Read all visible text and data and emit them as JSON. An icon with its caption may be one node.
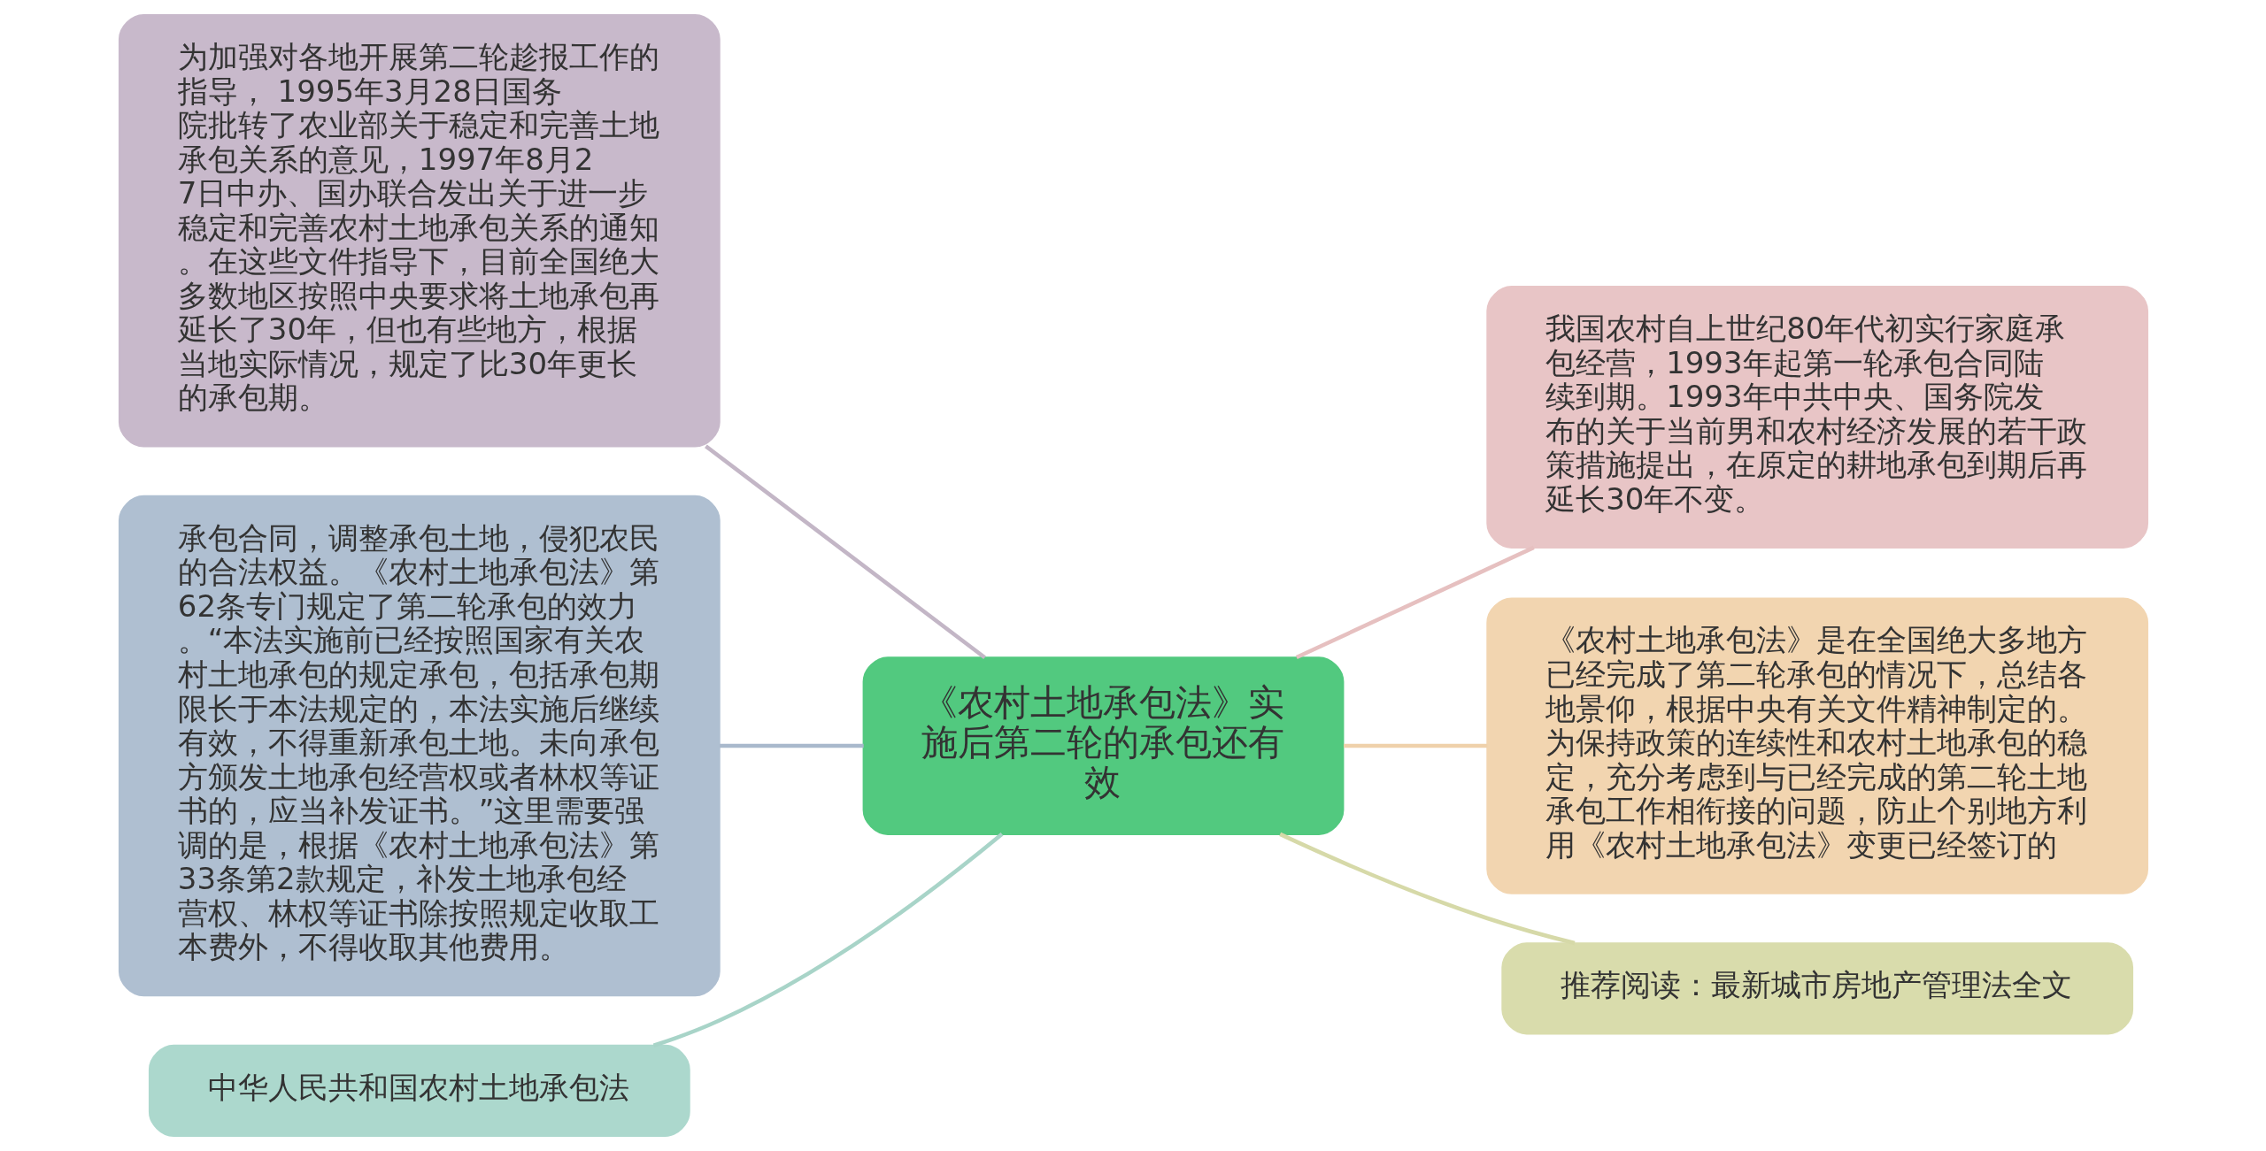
{
  "diagram": {
    "nodes": [
      {
        "text": [
          "《农村土地承包法》实施后第二轮的承包还有效"
        ]
      },
      {
        "text": [
          "为加强对各地开展第二轮趁报工作的指导， 1995年3月28日国务院批转了农业部关于稳定和完善土地承包关系的意见，1997年8月27日中办、国办联合发出关于进一步稳定和完善农村土地承包关系的通知。在这些文件指导下，目前全国绝大多数地区按照中央要求将土地承包再延长了30年，但也有些地方，根据当地实际情况，规定了比30年更长的承包期。"
        ]
      },
      {
        "text": [
          "承包合同，调整承包土地，侵犯农民的合法权益。《农村土地承包法》第62条专门规定了第二轮承包的效力。“本法实施前已经按照国家有关农村土地承包的规定承包，包括承包期限长于本法规定的，本法实施后继续有效，不得重新承包土地。未向承包方颁发土地承包经营权或者林权等证书的，应当补发证书。”这里需要强调的是，根据《农村土地承包法》第33条第2款规定，补发土地承包经营权、林权等证书除按照规定收取工本费外，不得收取其他费用。"
        ]
      },
      {
        "text": [
          "中华人民共和国农村土地承包法"
        ]
      },
      {
        "text": [
          "我国农村自上世纪80年代初实行家庭承包经营，1993年起第一轮承包合同陆续到期。1993年中共中央、国务院发布的关于当前男和农村经济发展的若干政策措施提出，在原定的耕地承包到期后再延长30年不变。"
        ]
      },
      {
        "text": [
          "《农村土地承包法》是在全国绝大多地方已经完成了第二轮承包的情况下，总结各地景仰，根据中央有关文件精神制定的。为保持政策的连续性和农村土地承包的稳定，充分考虑到与已经完成的第二轮土地承包工作相衔接的问题，防止个别地方利用《农村土地承包法》变更已经签订的"
        ]
      },
      {
        "text": [
          "推荐阅读：最新城市房地产管理法全文"
        ]
      }
    ],
    "edges": [
      {
        "from": 0,
        "to": 1,
        "arrow": "none",
        "color": "#c3b6c6"
      },
      {
        "from": 0,
        "to": 2,
        "arrow": "none",
        "color": "#a9b9cc"
      },
      {
        "from": 0,
        "to": 3,
        "arrow": "none",
        "color": "#a8d4c8"
      },
      {
        "from": 0,
        "to": 4,
        "arrow": "none",
        "color": "#e6c0c0"
      },
      {
        "from": 0,
        "to": 5,
        "arrow": "none",
        "color": "#efd1ab"
      },
      {
        "from": 0,
        "to": 6,
        "arrow": "none",
        "color": "#d6d9a8"
      }
    ]
  }
}
